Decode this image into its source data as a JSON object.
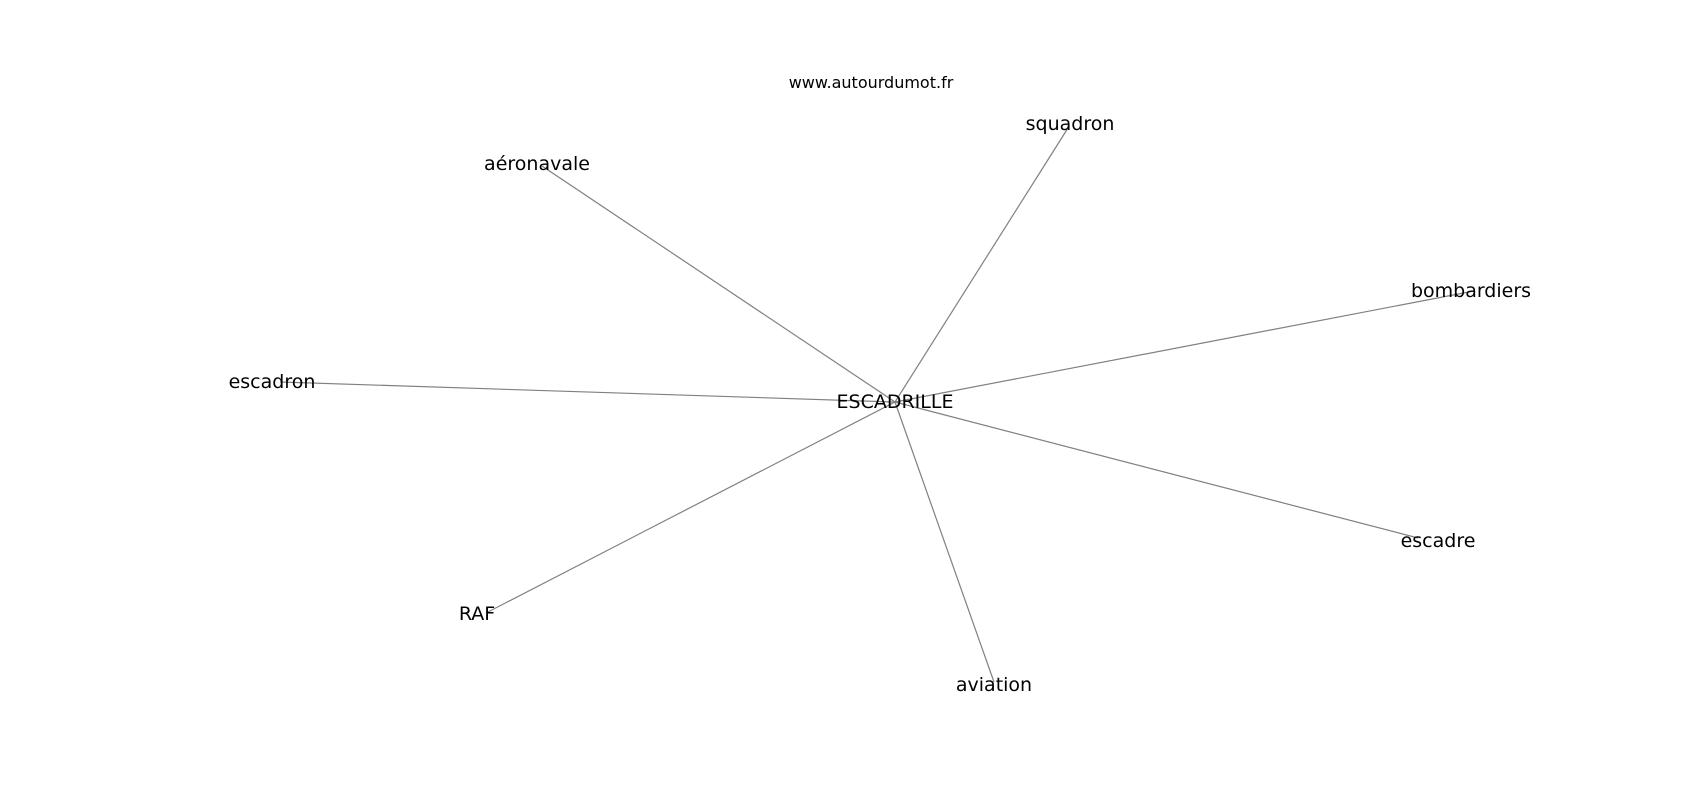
{
  "header": {
    "site": "www.autourdumot.fr"
  },
  "graph": {
    "center": "ESCADRILLE",
    "nodes": [
      "squadron",
      "aéronavale",
      "bombardiers",
      "escadron",
      "escadre",
      "RAF",
      "aviation"
    ],
    "edge_color": "#808080",
    "text_color": "#000000"
  }
}
